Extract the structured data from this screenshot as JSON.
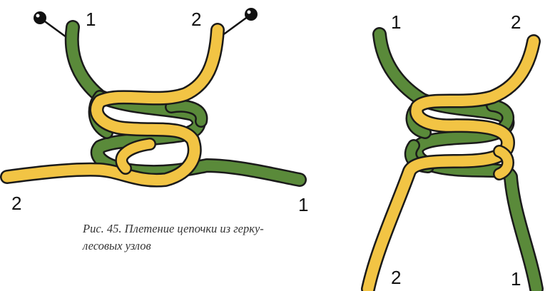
{
  "colors": {
    "green": "#5a8a3a",
    "yellow": "#f2c444",
    "outline": "#1a1a1a",
    "pin": "#111111"
  },
  "left_figure": {
    "labels": {
      "top_left": "1",
      "top_right": "2",
      "bottom_left": "2",
      "bottom_right": "1"
    },
    "pins": [
      "pin-icon",
      "pin-icon"
    ]
  },
  "right_figure": {
    "labels": {
      "top_left": "1",
      "top_right": "2",
      "bottom_left": "2",
      "bottom_right": "1"
    }
  },
  "caption": {
    "line1": "Рис. 45. Плетение цепочки из герку-",
    "line2": "лесовых узлов"
  }
}
